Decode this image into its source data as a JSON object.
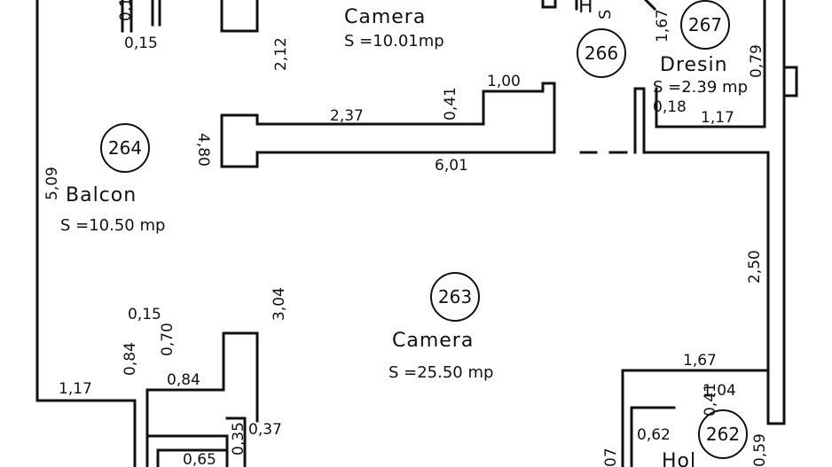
{
  "rooms": {
    "r264": {
      "number": "264",
      "name": "Balcon",
      "area": "S =10.50 mp"
    },
    "r263": {
      "number": "263",
      "name": "Camera",
      "area": "S =25.50 mp"
    },
    "r265": {
      "name": "Camera",
      "area": "S =10.01mp"
    },
    "r266": {
      "number": "266"
    },
    "r267": {
      "number": "267",
      "name": "Dresin",
      "area": "S =2.39 mp"
    },
    "r262": {
      "number": "262",
      "name": "Hol"
    }
  },
  "dimensions": {
    "d_015_top": "0,15",
    "d_01_top": "0,1",
    "d_212": "2,12",
    "d_100": "1,00",
    "d_041_a": "0,41",
    "d_237": "2,37",
    "d_480": "4,80",
    "d_601": "6,01",
    "d_509": "5,09",
    "d_167_v": "1,67",
    "d_079": "0,79",
    "d_018": "0,18",
    "d_117_a": "1,17",
    "d_250": "2,50",
    "d_304": "3,04",
    "d_015_b": "0,15",
    "d_070": "0,70",
    "d_084_v": "0,84",
    "d_084_h": "0,84",
    "d_117_b": "1,17",
    "d_037": "0,37",
    "d_035": "0,35",
    "d_065": "0,65",
    "d_167_h": "1,67",
    "d_104": "1,04",
    "d_041_b": "0,41",
    "d_062": "0,62",
    "d_059": "0,59",
    "d_07": "07"
  },
  "fragments": {
    "f_s": "S",
    "f_h": "H"
  },
  "colors": {
    "ink": "#111111",
    "paper": "#ffffff"
  }
}
